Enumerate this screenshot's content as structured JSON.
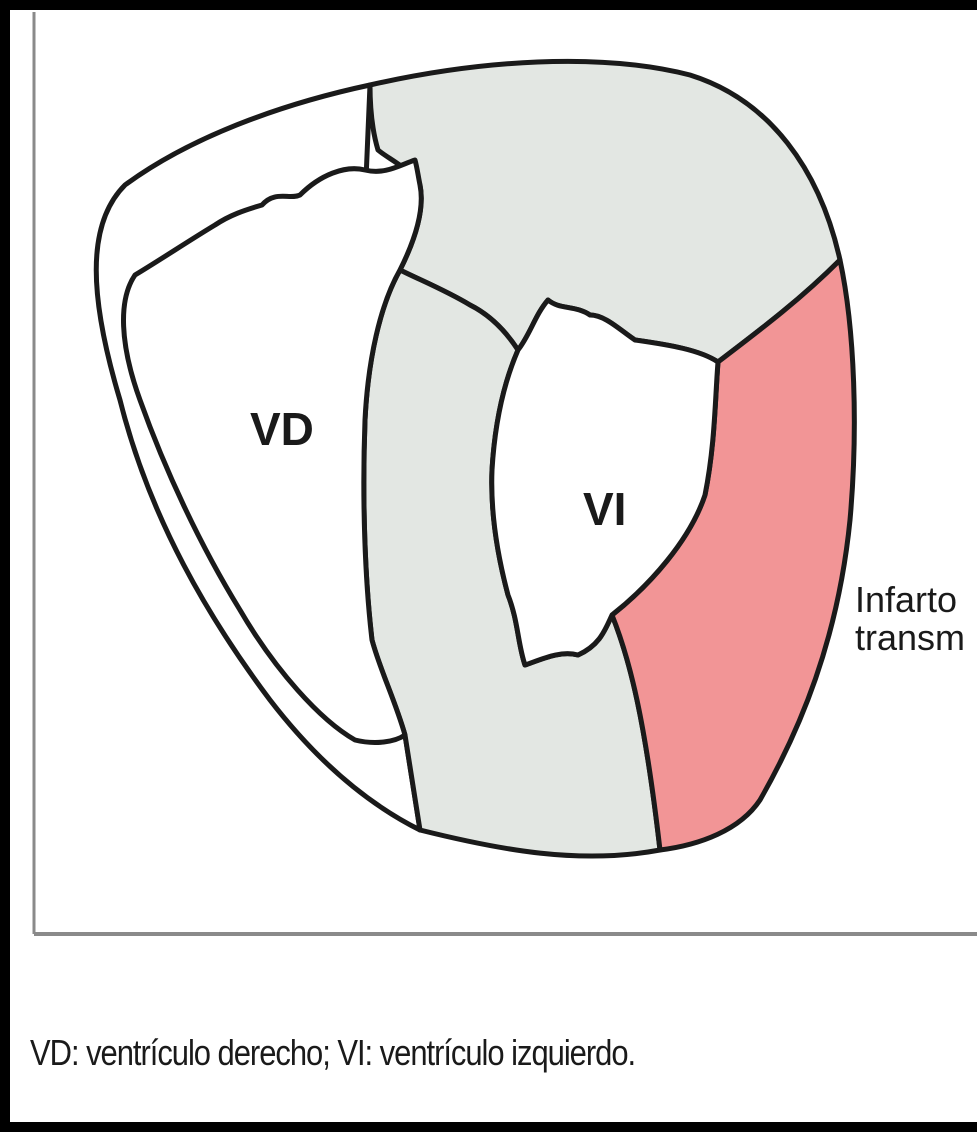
{
  "labels": {
    "right_ventricle": "VD",
    "left_ventricle": "VI",
    "side_label_line1": "Infarto",
    "side_label_line2": "transm"
  },
  "caption": "VD: ventrículo derecho; VI: ventrículo izquierdo.",
  "colors": {
    "myocardium": "#e3e7e3",
    "infarct": "#f29596",
    "outline": "#1a1a1a",
    "frame": "#000000"
  }
}
